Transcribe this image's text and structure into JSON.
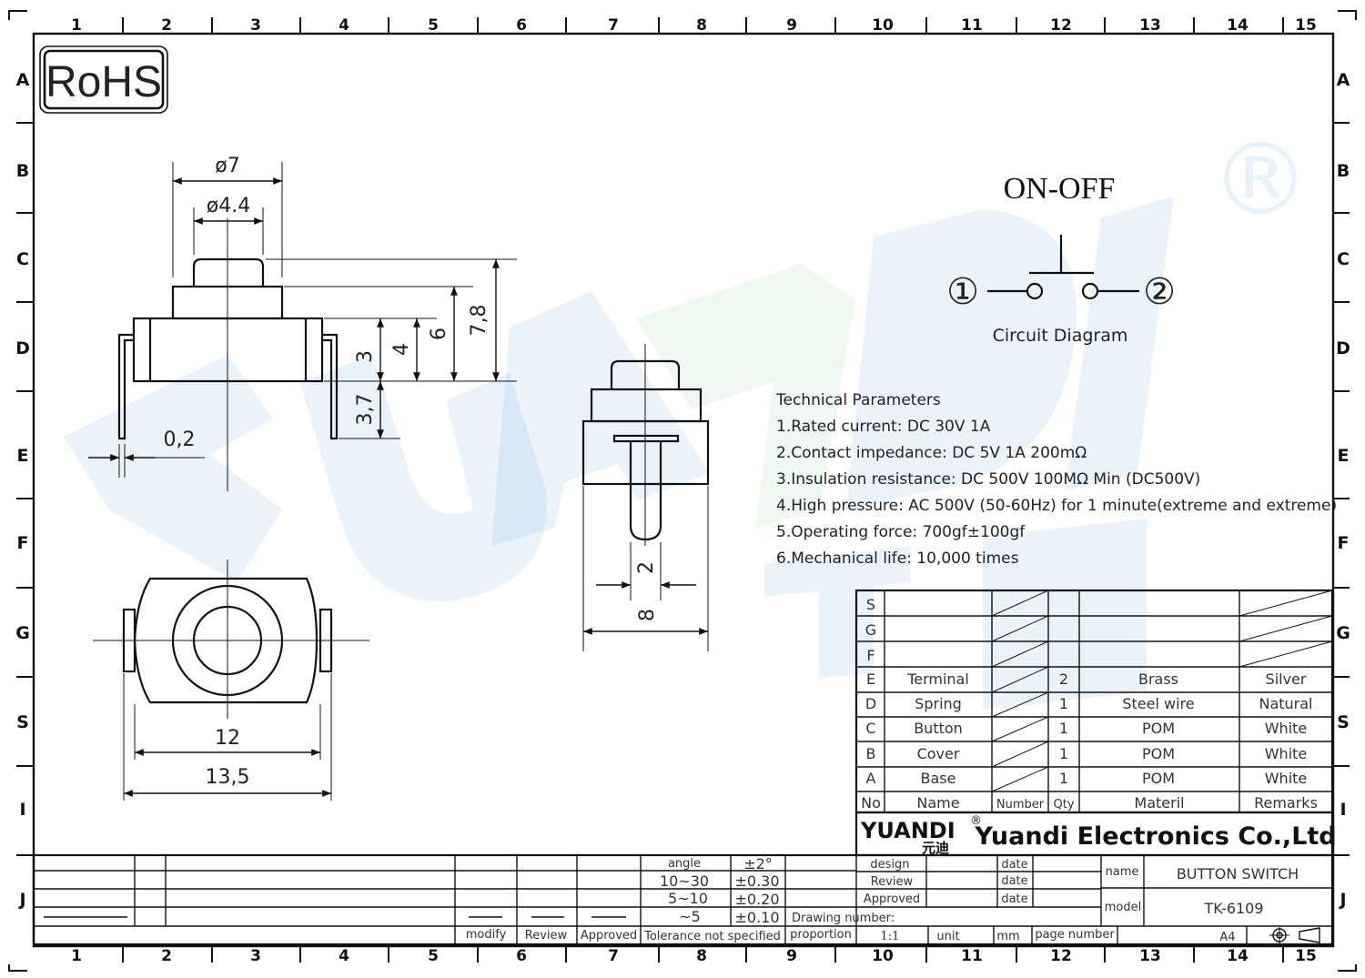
{
  "rohs": "RoHS",
  "border": {
    "cols": [
      "1",
      "2",
      "3",
      "4",
      "5",
      "6",
      "7",
      "8",
      "9",
      "10",
      "11",
      "12",
      "13",
      "14",
      "15"
    ],
    "rows": [
      "A",
      "B",
      "C",
      "D",
      "E",
      "F",
      "G",
      "S",
      "I",
      "J"
    ]
  },
  "circuit": {
    "title": "ON-OFF",
    "pin1": "①",
    "pin2": "②",
    "caption": "Circuit  Diagram"
  },
  "dimensions": {
    "d7": "ø7",
    "d44": "ø4.4",
    "h78": "7,8",
    "h6": "6",
    "h4": "4",
    "h3": "3",
    "h37": "3,7",
    "t02": "0,2",
    "w2": "2",
    "w8": "8",
    "w12": "12",
    "w135": "13,5"
  },
  "tech": {
    "title": "Technical Parameters",
    "lines": [
      "1.Rated current: DC 30V 1A",
      "2.Contact impedance: DC 5V 1A 200mΩ",
      "3.Insulation resistance: DC 500V 100MΩ Min  (DC500V)",
      "4.High pressure: AC 500V  (50-60Hz)  for 1 minute(extreme and extreme)",
      "5.Operating force: 700gf±100gf",
      "6.Mechanical life: 10,000 times"
    ]
  },
  "bom": {
    "empty_rows": [
      "S",
      "G",
      "F"
    ],
    "rows": [
      {
        "no": "E",
        "name": "Terminal",
        "qty": "2",
        "material": "Brass",
        "remarks": "Silver"
      },
      {
        "no": "D",
        "name": "Spring",
        "qty": "1",
        "material": "Steel wire",
        "remarks": "Natural"
      },
      {
        "no": "C",
        "name": "Button",
        "qty": "1",
        "material": "POM",
        "remarks": "White"
      },
      {
        "no": "B",
        "name": "Cover",
        "qty": "1",
        "material": "POM",
        "remarks": "White"
      },
      {
        "no": "A",
        "name": "Base",
        "qty": "1",
        "material": "POM",
        "remarks": "White"
      }
    ],
    "headers": {
      "no": "No",
      "name": "Name",
      "number": "Number",
      "qty": "Qty",
      "material": "Materil",
      "remarks": "Remarks"
    }
  },
  "company": {
    "logo": "YUANDI",
    "logo_cn": "元迪",
    "reg": "®",
    "name": "Yuandi Electronics Co.,Ltd"
  },
  "title_block": {
    "tolerances": [
      {
        "range": "angle",
        "tol": "±2°"
      },
      {
        "range": "10~30",
        "tol": "±0.30"
      },
      {
        "range": "5~10",
        "tol": "±0.20"
      },
      {
        "range": "~5",
        "tol": "±0.10"
      }
    ],
    "tol_caption": "Tolerance not specified",
    "design": "design",
    "review": "Review",
    "approved": "Approved",
    "date": "date",
    "name_label": "name",
    "name_value": "BUTTON SWITCH",
    "model_label": "model",
    "model_value": "TK-6109",
    "drawing_number": "Drawing number:",
    "proportion": "proportion",
    "scale": "1:1",
    "unit": "unit",
    "unit_value": "mm",
    "page_number": "page number",
    "paper": "A4",
    "modify": "modify",
    "review_b": "Review",
    "approved_b": "Approved"
  },
  "watermark": {
    "reg": "®"
  }
}
